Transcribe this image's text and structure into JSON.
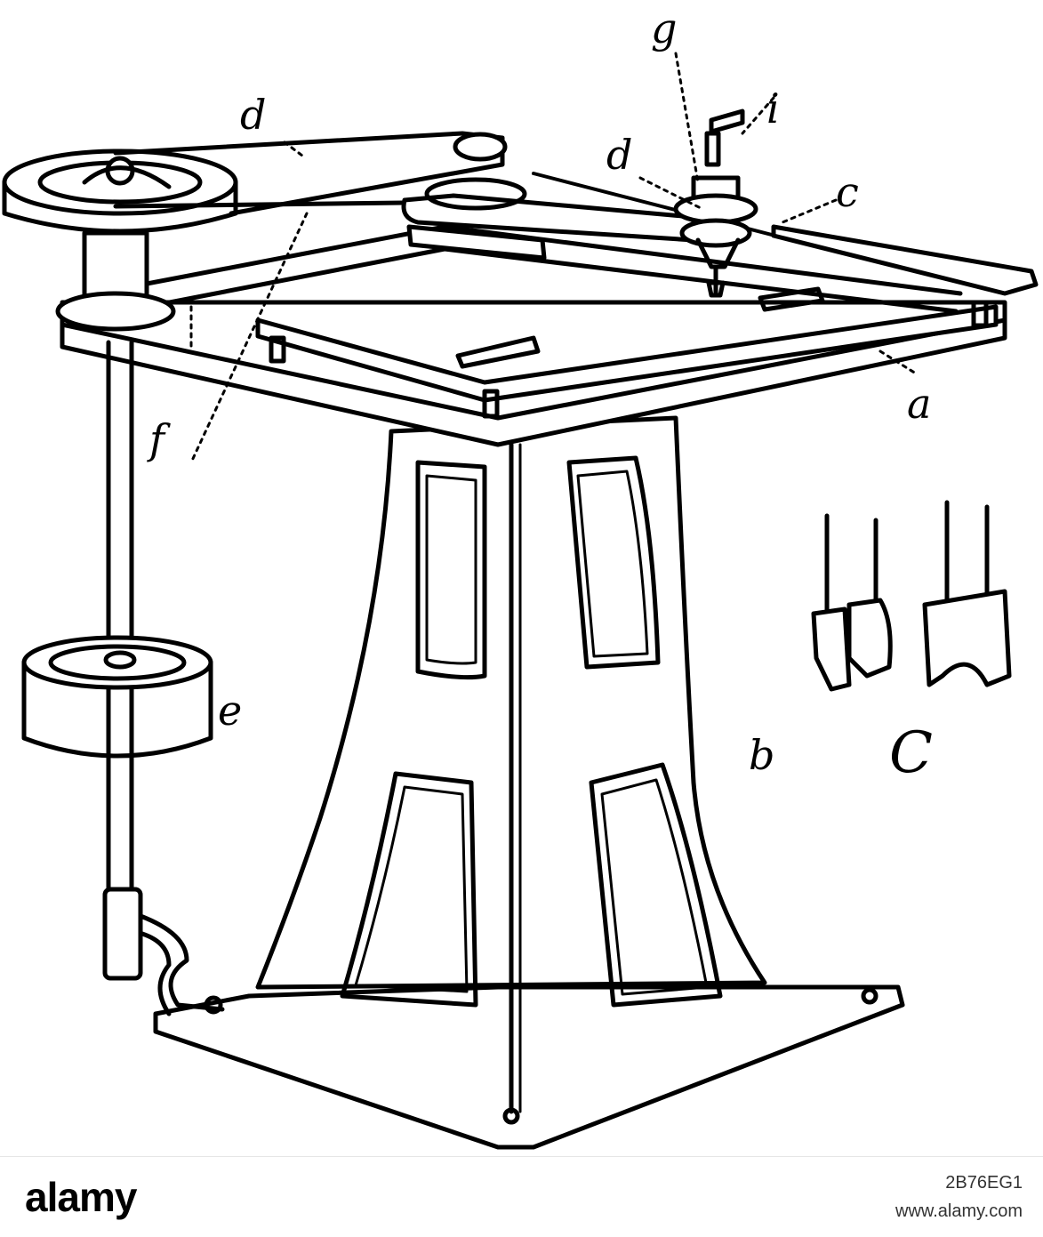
{
  "labels": {
    "a": "a",
    "b": "b",
    "c": "c",
    "d_top": "d",
    "d_right": "d",
    "e": "e",
    "f": "f",
    "g": "g",
    "i": "i",
    "C": "C"
  },
  "footer": {
    "brand": "alamy",
    "image_id": "2B76EG1",
    "url": "www.alamy.com"
  }
}
